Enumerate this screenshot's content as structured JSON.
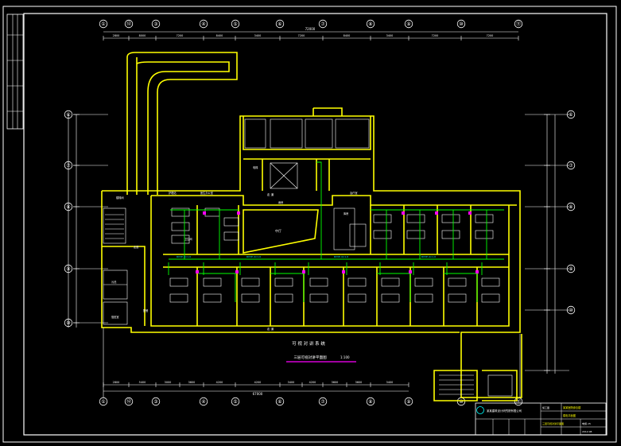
{
  "drawing": {
    "axes_top": [
      "①",
      "⑫",
      "③",
      "④",
      "⑤",
      "⑥",
      "⑦",
      "⑧",
      "⑨",
      "⑩",
      "⑪"
    ],
    "axes_bottom": [
      "①",
      "⑫",
      "③",
      "④",
      "⑤",
      "⑥",
      "⑦",
      "⑧",
      "⑨",
      "⑩",
      "⑪"
    ],
    "axes_left": [
      "⑥",
      "⑦",
      "⑧",
      "⑨",
      "⑩"
    ],
    "axes_right": [
      "⑥",
      "⑦",
      "⑧",
      "⑨",
      "⑩"
    ],
    "total_dim_top": "72000",
    "total_dim_bottom": "67000",
    "dims_top": [
      "2800",
      "8000",
      "7200",
      "8400",
      "3400",
      "7200",
      "8400",
      "3400",
      "7200",
      "7200"
    ],
    "dims_bottom": [
      "2800",
      "5400",
      "3000",
      "3600",
      "4200",
      "4200",
      "3400",
      "4200",
      "3600",
      "3600",
      "3400"
    ],
    "room_labels": [
      "护理站",
      "病房",
      "医生办公室",
      "治疗室",
      "走道",
      "卫生间",
      "污洗",
      "值班室",
      "楼梯间",
      "电梯",
      "配餐",
      "库房"
    ],
    "hall_label": "中厅",
    "corridor_label": "走 道",
    "corridor_label_lower": "走 道",
    "bottom_annotation": "可 视 对 讲 系 统",
    "plan_title": "三层可视对讲平面图",
    "scale": "1:100",
    "title_block": {
      "company": "某某建筑设计研究院有限公司",
      "project": "某某医院综合楼",
      "drawing_name": "弱电平面图",
      "drawing_title": "三层可视对讲平面图",
      "design_stage": "施工图",
      "sheet_no": "电施-15",
      "date": "2012.08"
    }
  }
}
